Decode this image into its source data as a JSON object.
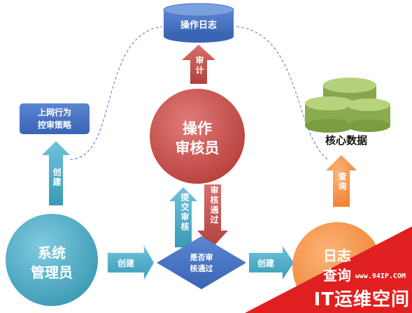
{
  "nodes": {
    "op_log": "操作日志",
    "policy_line1": "上网行为",
    "policy_line2": "控审策略",
    "auditor_line1": "操作",
    "auditor_line2": "审核员",
    "core_data": "核心数据",
    "sysadmin_line1": "系统",
    "sysadmin_line2": "管理员",
    "decision_line1": "是否审",
    "decision_line2": "核通过",
    "log_query_line1": "日志",
    "log_query_line2": "查询"
  },
  "arrows": {
    "audit": "审计",
    "create_up": "创建",
    "create_right1": "创建",
    "create_right2": "创建",
    "submit_review": "提交审核",
    "review_pass": "审核通过",
    "query": "查询"
  },
  "watermark": {
    "url": "www.94IP.COM",
    "brand": "IT运维空间"
  },
  "colors": {
    "blue_box": "#4472c4",
    "red_circle": "#c0504d",
    "teal": "#4bacc6",
    "orange": "#f79646",
    "green_cyl": "#9bbb59",
    "watermark_red": "#e02020"
  }
}
